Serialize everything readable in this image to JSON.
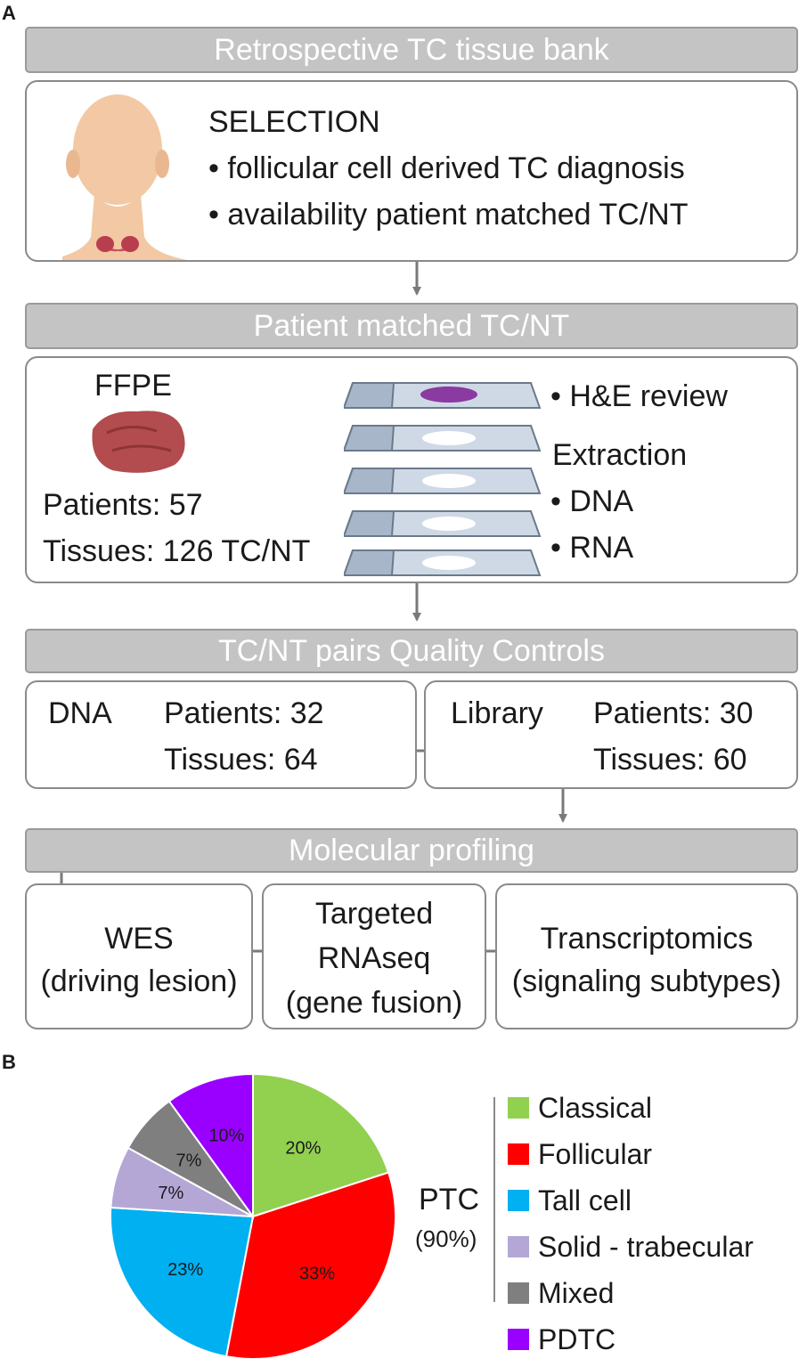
{
  "panel_a": {
    "letter": "A",
    "stage1": {
      "banner": "Retrospective TC tissue bank",
      "heading": "SELECTION",
      "bullets": [
        "• follicular cell derived TC diagnosis",
        "• availability patient matched TC/NT"
      ]
    },
    "stage2": {
      "banner": "Patient matched TC/NT",
      "ffpe": "FFPE",
      "patients": "Patients: 57",
      "tissues": "Tissues: 126 TC/NT",
      "he_review": "• H&E review",
      "extraction": "Extraction",
      "dna": "• DNA",
      "rna": "• RNA"
    },
    "stage3": {
      "banner": "TC/NT pairs Quality Controls",
      "left": {
        "label": "DNA",
        "patients": "Patients: 32",
        "tissues": "Tissues: 64"
      },
      "right": {
        "label": "Library",
        "patients": "Patients: 30",
        "tissues": "Tissues: 60"
      }
    },
    "stage4": {
      "banner": "Molecular profiling",
      "wes": {
        "line1": "WES",
        "line2": "(driving lesion)"
      },
      "targeted": {
        "line1": "Targeted",
        "line2": "RNAseq",
        "line3": "(gene fusion)"
      },
      "transcriptomics": {
        "line1": "Transcriptomics",
        "line2": "(signaling subtypes)"
      }
    }
  },
  "panel_b": {
    "letter": "B",
    "group_label": "PTC",
    "group_percent": "(90%)"
  },
  "chart_data": {
    "type": "pie",
    "unit": "%",
    "slices": [
      {
        "label": "Classical",
        "value": 20,
        "color": "#92d050"
      },
      {
        "label": "Follicular",
        "value": 33,
        "color": "#ff0000"
      },
      {
        "label": "Tall cell",
        "value": 23,
        "color": "#00b0f0"
      },
      {
        "label": "Solid - trabecular",
        "value": 7,
        "color": "#b4a7d6"
      },
      {
        "label": "Mixed",
        "value": 7,
        "color": "#7f7f7f"
      },
      {
        "label": "PDTC",
        "value": 10,
        "color": "#9900ff"
      }
    ]
  }
}
